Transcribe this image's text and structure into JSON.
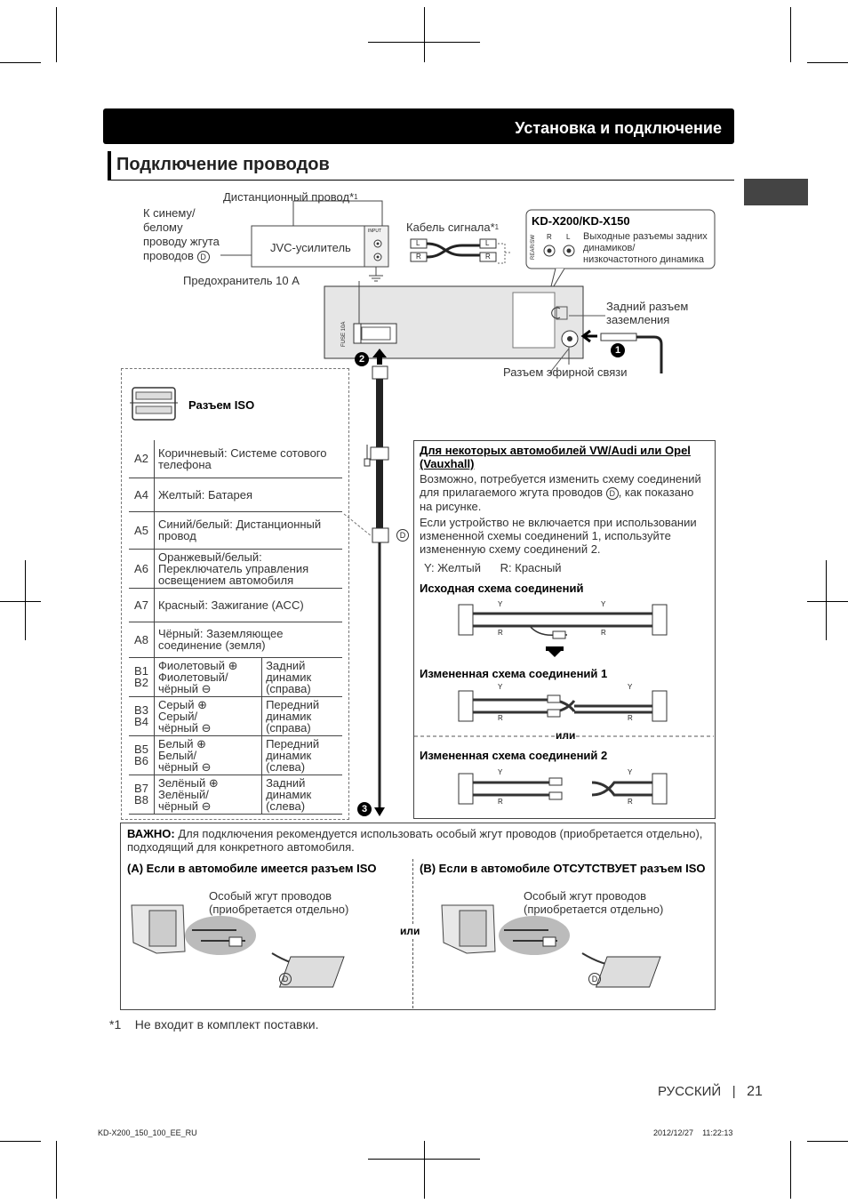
{
  "header": {
    "section_title": "Установка и подключение",
    "page_title": "Подключение проводов"
  },
  "diagram": {
    "remote_wire": "Дистанционный провод*",
    "remote_sup": "1",
    "to_blue_white": "К синему/\nбелому\nпроводу жгута\nпроводов",
    "jvc_amp": "JVC-усилитель",
    "signal_cable": "Кабель сигнала*",
    "signal_sup": "1",
    "model_label": "KD-X200/KD-X150",
    "rear_outputs": "Выходные разъемы задних\nдинамиков/\nнизкочастотного динамика",
    "fuse": "Предохранитель 10 А",
    "rear_ground": "Задний разъем\nзаземления",
    "antenna": "Разъем эфирной связи",
    "iso_connector": "Разъем ISO",
    "fuse_small": "FUSE 10A",
    "rear_sw": "REAR/SW",
    "input_label": "INPUT",
    "step1": "1",
    "step2": "2",
    "step3": "3",
    "letter_d": "D",
    "letter_l": "L",
    "letter_r": "R"
  },
  "iso_table": [
    {
      "pin": "A2",
      "desc": "Коричневый: Системе сотового телефона"
    },
    {
      "pin": "A4",
      "desc": "Желтый: Батарея"
    },
    {
      "pin": "A5",
      "desc": "Синий/белый: Дистанционный провод"
    },
    {
      "pin": "A6",
      "desc": "Оранжевый/белый: Переключатель управления освещением автомобиля"
    },
    {
      "pin": "A7",
      "desc": "Красный: Зажигание (ACC)"
    },
    {
      "pin": "A8",
      "desc": "Чёрный: Заземляющее соединение (земля)"
    }
  ],
  "iso_speakers": [
    {
      "pins": "B1\nB2",
      "c1": "Фиолетовый",
      "c2": "Фиолетовый/\nчёрный",
      "dest": "Задний\nдинамик\n(справа)"
    },
    {
      "pins": "B3\nB4",
      "c1": "Серый",
      "c2": "Серый/\nчёрный",
      "dest": "Передний\nдинамик\n(справа)"
    },
    {
      "pins": "B5\nB6",
      "c1": "Белый",
      "c2": "Белый/\nчёрный",
      "dest": "Передний\nдинамик\n(слева)"
    },
    {
      "pins": "B7\nB8",
      "c1": "Зелёный",
      "c2": "Зелёный/\nчёрный",
      "dest": "Задний\nдинамик\n(слева)"
    }
  ],
  "vw": {
    "title": "Для некоторых автомобилей VW/Audi или Opel (Vauxhall)",
    "p1a": "Возможно, потребуется изменить схему соединений для прилагаемого жгута проводов",
    "p1b": ", как показано на рисунке.",
    "p2": "Если устройство не включается при использовании измененной схемы соединений 1, используйте измененную схему соединений 2.",
    "legend": "Y: Желтый      R: Красный",
    "orig": "Исходная схема соединений",
    "mod1": "Измененная схема соединений 1",
    "or": "или",
    "mod2": "Измененная схема соединений 2",
    "y": "Y",
    "r": "R"
  },
  "important": {
    "label": "ВАЖНО:",
    "text": "Для подключения рекомендуется использовать особый жгут проводов (приобретается отдельно), подходящий для конкретного автомобиля.",
    "a_title": "(A) Если в автомобиле имеется разъем ISO",
    "b_title": "(B) Если в автомобиле ОТСУТСТВУЕТ разъем ISO",
    "harness": "Особый жгут проводов\n(приобретается отдельно)",
    "or": "или"
  },
  "footnote": {
    "mark": "*1",
    "text": "Не входит в комплект поставки."
  },
  "footer": {
    "language": "РУССКИЙ",
    "sep": "|",
    "page": "21",
    "file": "KD-X200_150_100_EE_RU",
    "date": "2012/12/27",
    "time": "11:22:13"
  }
}
